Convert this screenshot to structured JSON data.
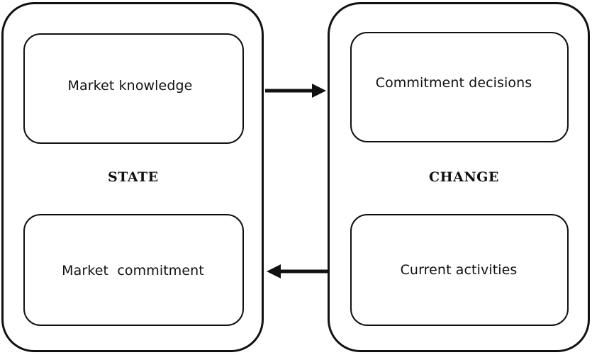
{
  "panels": {
    "state": {
      "label": "STATE",
      "top_box": "Market knowledge",
      "bottom_box": "Market  commitment"
    },
    "change": {
      "label": "CHANGE",
      "top_box": "Commitment decisions",
      "bottom_box": "Current activities"
    }
  },
  "arrows": [
    {
      "from": "state",
      "to": "change",
      "direction": "right"
    },
    {
      "from": "change",
      "to": "state",
      "direction": "left"
    }
  ],
  "colors": {
    "stroke": "#111111",
    "background": "#ffffff"
  }
}
